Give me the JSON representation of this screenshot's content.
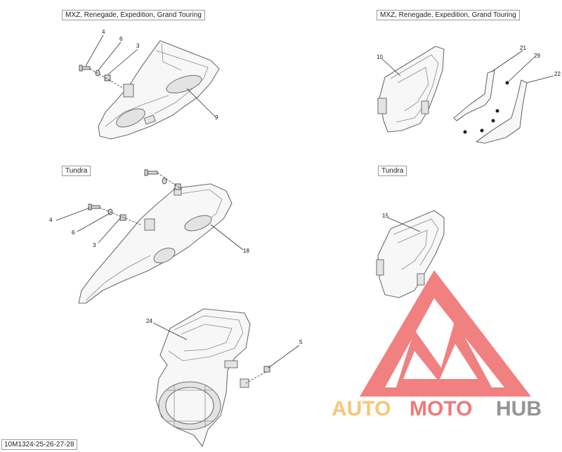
{
  "model_labels": {
    "mxz_left": "MXZ, Renegade, Expedition, Grand Touring",
    "mxz_right": "MXZ, Renegade, Expedition, Grand Touring",
    "tundra_left": "Tundra",
    "tundra_right": "Tundra"
  },
  "callouts": {
    "c4a": "4",
    "c6a": "6",
    "c3a": "3",
    "c9": "9",
    "c10": "10",
    "c21": "21",
    "c29": "29",
    "c22": "22",
    "c4b": "4",
    "c6b": "6",
    "c3b": "3",
    "c18": "18",
    "c15": "15",
    "c24": "24",
    "c5": "5"
  },
  "diagram_id": "10M1324-25-26-27-28",
  "watermark": {
    "text_auto": "AUTO",
    "text_moto": "MOTO",
    "text_hub": "HUB",
    "color_orange": "#f7c06a",
    "color_red": "#ef6b6b",
    "color_gray": "#8a8a8a"
  }
}
